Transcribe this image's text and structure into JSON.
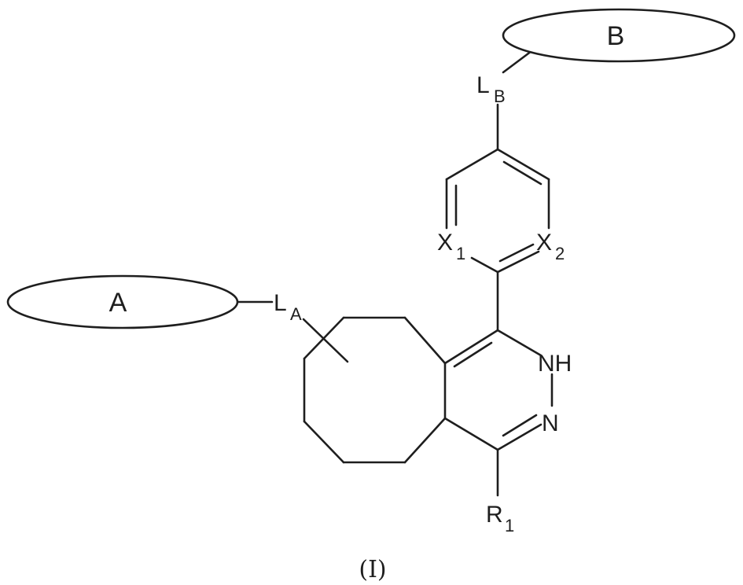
{
  "diagram": {
    "groups": {
      "A": "A",
      "B": "B"
    },
    "linkers": {
      "LA": {
        "main": "L",
        "sub": "A"
      },
      "LB": {
        "main": "L",
        "sub": "B"
      }
    },
    "atoms": {
      "X1": {
        "main": "X",
        "sub": "1"
      },
      "X2": {
        "main": "X",
        "sub": "2"
      },
      "NH": "NH",
      "N": "N",
      "R1": {
        "main": "R",
        "sub": "1"
      }
    },
    "caption": "(I)"
  }
}
